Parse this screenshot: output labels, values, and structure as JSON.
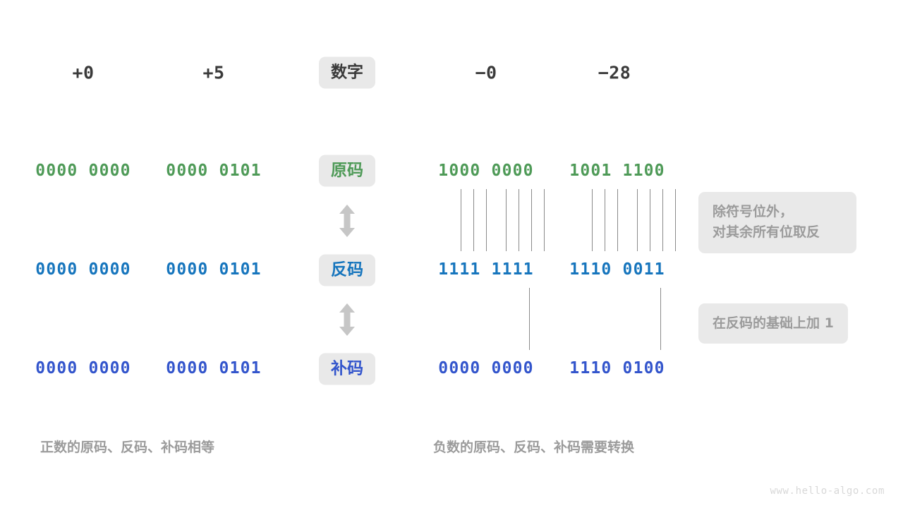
{
  "page": {
    "background": "#ffffff",
    "watermark": "www.hello-algo.com"
  },
  "colors": {
    "sign_green": "#4e9a57",
    "ones_blue": "#1675bd",
    "twos_blue": "#3355cc",
    "pill_bg": "#e9e9e9",
    "note_text": "#9b9b9b",
    "header_text": "#3a3a3a",
    "tick_line": "#8a8a8a",
    "arrow": "#c6c6c6"
  },
  "header": {
    "label": "数字",
    "columns": [
      "+0",
      "+5",
      "−0",
      "−28"
    ]
  },
  "rows": [
    {
      "label": "原码",
      "key": "sign_magnitude",
      "color": "#4e9a57",
      "values": [
        "0000 0000",
        "0000 0101",
        "1000 0000",
        "1001 1100"
      ]
    },
    {
      "label": "反码",
      "key": "ones_complement",
      "color": "#1675bd",
      "values": [
        "0000 0000",
        "0000 0101",
        "1111 1111",
        "1110 0011"
      ]
    },
    {
      "label": "补码",
      "key": "twos_complement",
      "color": "#3355cc",
      "values": [
        "0000 0000",
        "0000 0101",
        "0000 0000",
        "1110 0100"
      ]
    }
  ],
  "notes": [
    {
      "text": "除符号位外，\n对其余所有位取反"
    },
    {
      "text": "在反码的基础上加 1"
    }
  ],
  "captions": {
    "left": "正数的原码、反码、补码相等",
    "right": "负数的原码、反码、补码需要转换"
  },
  "arrows": [
    {
      "name": "sign-to-ones-arrow"
    },
    {
      "name": "ones-to-twos-arrow"
    }
  ]
}
